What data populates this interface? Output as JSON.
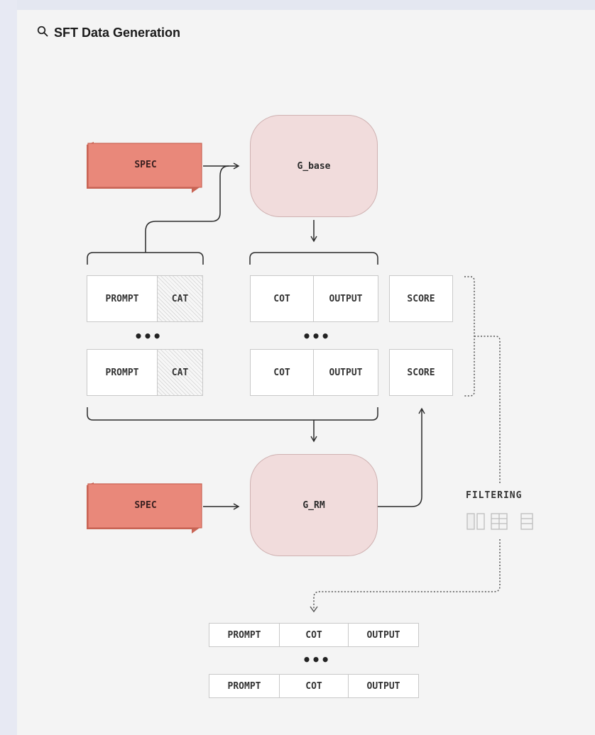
{
  "header": {
    "title": "SFT Data Generation",
    "icon": "search-icon"
  },
  "diagram": {
    "spec_top_label": "SPEC",
    "spec_bottom_label": "SPEC",
    "model_base_label": "G_base",
    "model_rm_label": "G_RM",
    "input_rows": [
      {
        "prompt": "PROMPT",
        "cat": "CAT"
      },
      {
        "prompt": "PROMPT",
        "cat": "CAT"
      }
    ],
    "output_rows": [
      {
        "cot": "COT",
        "output": "OUTPUT",
        "score": "SCORE"
      },
      {
        "cot": "COT",
        "output": "OUTPUT",
        "score": "SCORE"
      }
    ],
    "filtering_label": "FILTERING",
    "final_rows": [
      {
        "prompt": "PROMPT",
        "cot": "COT",
        "output": "OUTPUT"
      },
      {
        "prompt": "PROMPT",
        "cot": "COT",
        "output": "OUTPUT"
      }
    ],
    "ellipsis": "•••"
  },
  "colors": {
    "spec_fill": "#e9887a",
    "spec_stroke": "#c96555",
    "model_fill": "#f1dcdc",
    "cell_border": "#c9c9c9",
    "line": "#2a2a2a"
  }
}
